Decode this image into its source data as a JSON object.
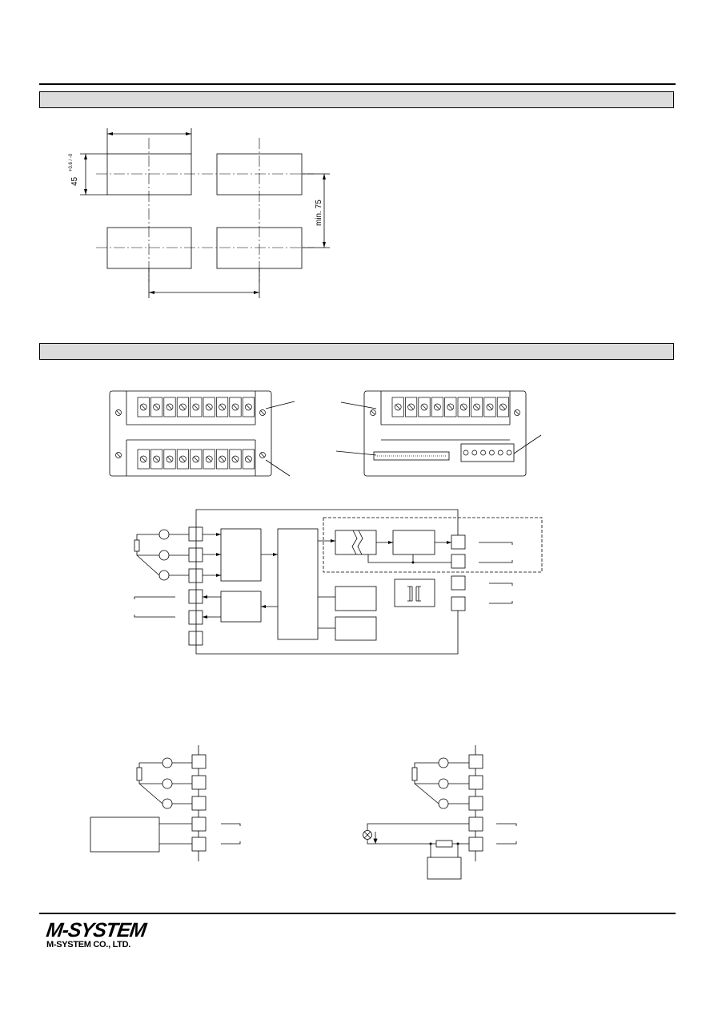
{
  "panel_cutout": {
    "height_dimension": "45",
    "height_tolerance": "+0.6 / -0",
    "pitch_dimension": "min. 75"
  },
  "footer": {
    "logo_mark": "M-SYSTEM",
    "company_name": "M-SYSTEM CO., LTD."
  }
}
